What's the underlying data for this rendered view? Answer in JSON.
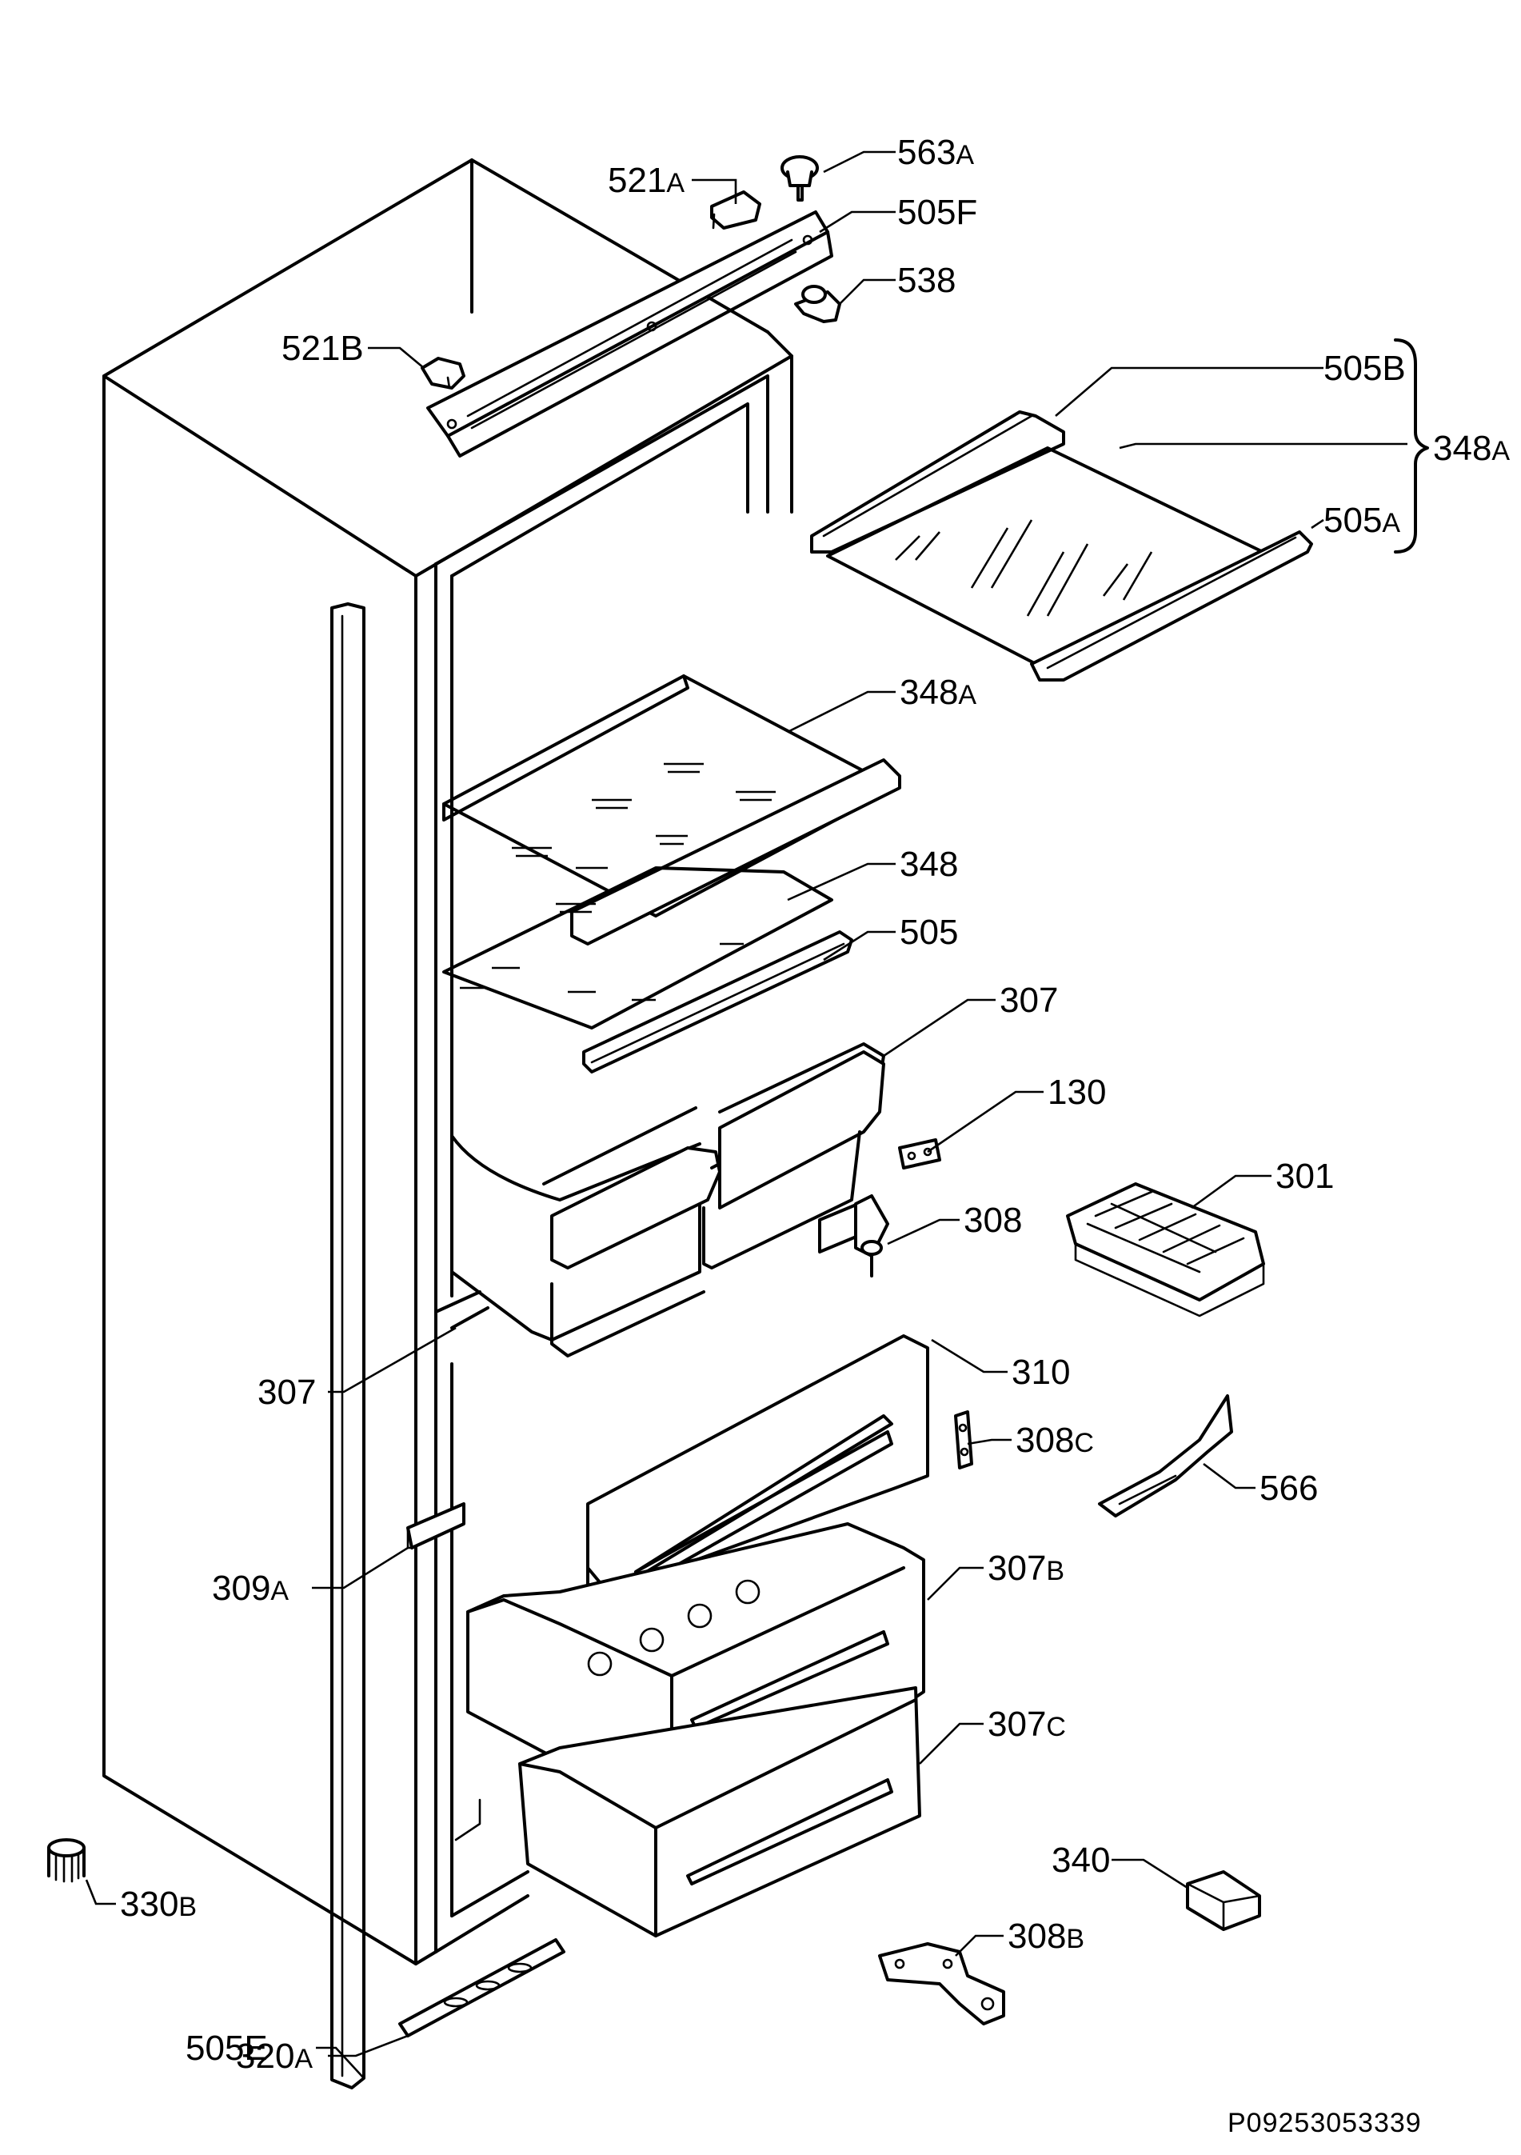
{
  "diagram": {
    "labels": {
      "l563a": {
        "num": "563",
        "suf": "A"
      },
      "l521a": {
        "num": "521",
        "suf": "A"
      },
      "l505f": {
        "num": "505F",
        "suf": ""
      },
      "l538": {
        "num": "538",
        "suf": ""
      },
      "l521b": {
        "num": "521B",
        "suf": ""
      },
      "l505b": {
        "num": "505",
        "suf": "B"
      },
      "l348a_brace": {
        "num": "348",
        "suf": "A"
      },
      "l505a": {
        "num": "505",
        "suf": "A"
      },
      "l348a": {
        "num": "348",
        "suf": "A"
      },
      "l348": {
        "num": "348",
        "suf": ""
      },
      "l505": {
        "num": "505",
        "suf": ""
      },
      "l307_top": {
        "num": "307",
        "suf": ""
      },
      "l130": {
        "num": "130",
        "suf": ""
      },
      "l301": {
        "num": "301",
        "suf": ""
      },
      "l308": {
        "num": "308",
        "suf": ""
      },
      "l307_left": {
        "num": "307",
        "suf": ""
      },
      "l310": {
        "num": "310",
        "suf": ""
      },
      "l308c": {
        "num": "308",
        "suf": "C"
      },
      "l566": {
        "num": "566",
        "suf": ""
      },
      "l309a": {
        "num": "309",
        "suf": "A"
      },
      "l307b": {
        "num": "307",
        "suf": "B"
      },
      "l307c": {
        "num": "307",
        "suf": "C"
      },
      "l340": {
        "num": "340",
        "suf": ""
      },
      "l330b": {
        "num": "330",
        "suf": "B"
      },
      "l308b": {
        "num": "308",
        "suf": "B"
      },
      "l505e": {
        "num": "505E",
        "suf": ""
      },
      "l320a": {
        "num": "320",
        "suf": "A"
      }
    },
    "drawing_code": "P09253053339"
  }
}
